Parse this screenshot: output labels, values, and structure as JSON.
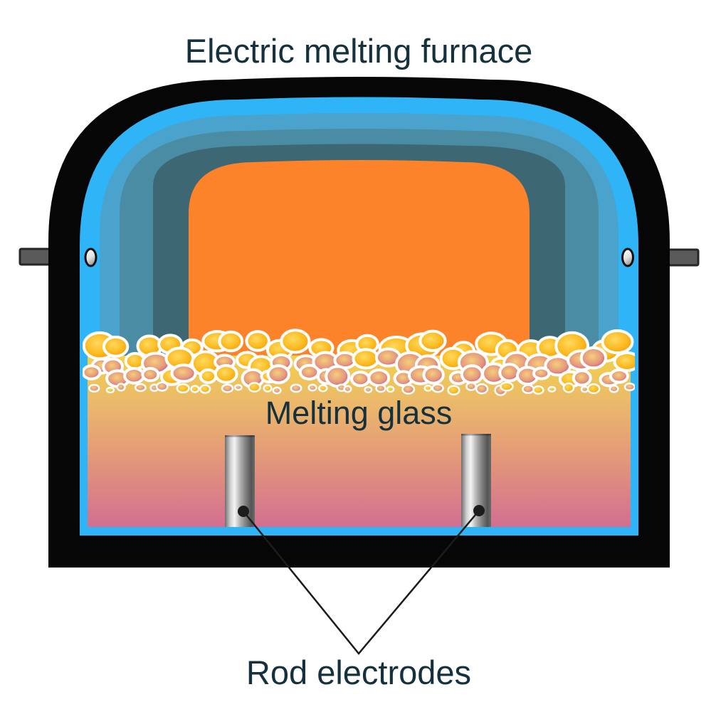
{
  "title": "Electric melting furnace",
  "labels": {
    "melting_glass": "Melting glass",
    "rod_electrodes": "Rod electrodes"
  },
  "colors": {
    "text": "#14313D",
    "background": "#FFFFFF",
    "shell_black": "#060606",
    "lining_blue": "#2FB5F7",
    "insulation_blue": "#4AA3CC",
    "insulation_teal": "#4A8CA3",
    "insulation_slate": "#3D6873",
    "hot_zone_orange": "#FC8329",
    "glass_top": "#F2D14B",
    "glass_upper_mid": "#EBB96B",
    "glass_mid": "#E5A075",
    "glass_lower_mid": "#DC8683",
    "glass_bottom": "#D26E92",
    "bubble_orange_center": "#FFD95E",
    "bubble_orange_mid": "#FBB91E",
    "bubble_orange_edge": "#F2930A",
    "bubble_pink_center": "#F6CE78",
    "bubble_pink_mid": "#E3987F",
    "bubble_pink_edge": "#BE2483",
    "bubble_outline": "#FFFFFF",
    "handle_gray": "#5A5A5A",
    "handle_border": "#262626",
    "leader_line": "#1C1C1C"
  }
}
